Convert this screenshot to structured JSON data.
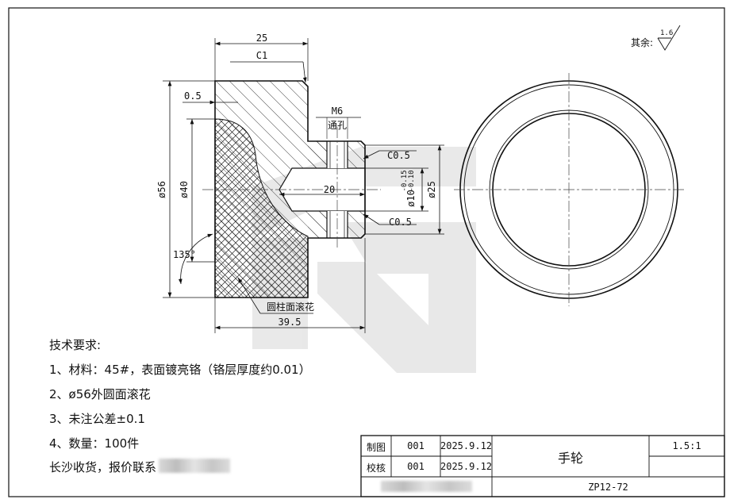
{
  "drawing": {
    "dims": {
      "width_25": "25",
      "chamfer_c1": "C1",
      "offset_05": "0.5",
      "thread_m6": "M6",
      "through_hole": "通孔",
      "chamfer_c05_top": "C0.5",
      "chamfer_c05_bottom": "C0.5",
      "dia_56": "ø56",
      "dia_40": "ø40",
      "depth_20": "20",
      "dia_10": "ø10",
      "tol_upper": "-0.15",
      "tol_lower": "-0.10",
      "dia_25": "ø25",
      "angle_135": "135°",
      "knurl_label": "圆柱面滚花",
      "length_395": "39.5"
    },
    "surface_note": "其余:",
    "surface_value": "1.6"
  },
  "tech_requirements": {
    "title": "技术要求:",
    "items": [
      "1、材料：45#，表面镀亮铬（铬层厚度约0.01）",
      "2、ø56外圆面滚花",
      "3、未注公差±0.1",
      "4、数量：100件"
    ],
    "contact": "长沙收货，报价联系"
  },
  "title_block": {
    "drawn_label": "制图",
    "drawn_id": "001",
    "drawn_date": "2025.9.12",
    "check_label": "校核",
    "check_id": "001",
    "check_date": "2025.9.12",
    "part_name": "手轮",
    "scale": "1.5:1",
    "drawing_no": "ZP12-72"
  }
}
